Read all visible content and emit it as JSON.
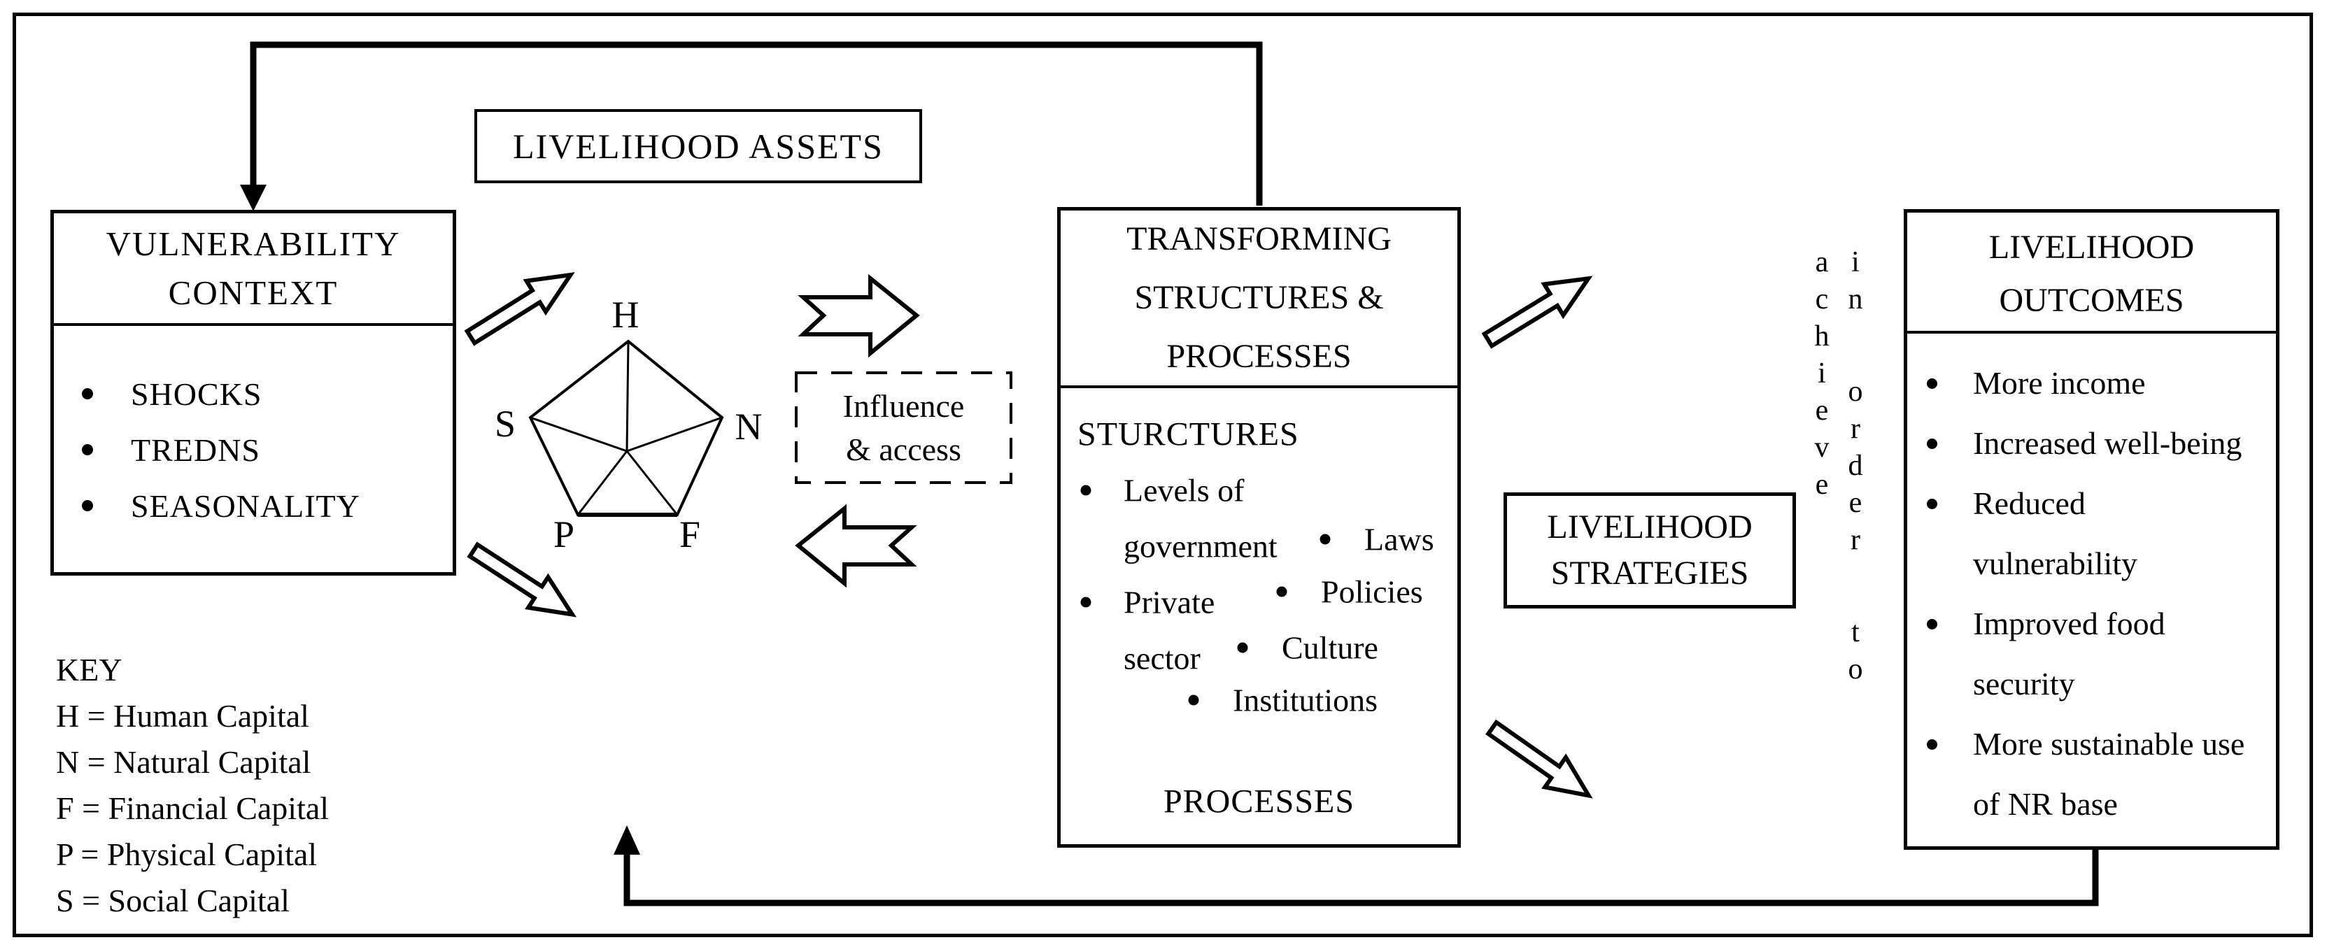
{
  "colors": {
    "ink": "#000000",
    "background": "#ffffff"
  },
  "vulnerability": {
    "title1": "VULNERABILITY",
    "title2": "CONTEXT",
    "items": [
      "SHOCKS",
      "TREDNS",
      "SEASONALITY"
    ]
  },
  "assets": {
    "title": "LIVELIHOOD ASSETS"
  },
  "pentagon": {
    "top": "H",
    "right": "N",
    "bottom_right": "F",
    "bottom_left": "P",
    "left": "S"
  },
  "influence": {
    "line1": "Influence",
    "line2": "& access"
  },
  "transforming": {
    "title1": "TRANSFORMING",
    "title2": "STRUCTURES &",
    "title3": "PROCESSES",
    "structures_heading": "STURCTURES",
    "s_item1a": "Levels of",
    "s_item1b": "government",
    "s_item2a": "Private",
    "s_item2b": "sector",
    "p_items": [
      "Laws",
      "Policies",
      "Culture",
      "Institutions"
    ],
    "processes_heading": "PROCESSES"
  },
  "strategies": {
    "line1": "LIVELIHOOD",
    "line2": "STRATEGIES"
  },
  "connector": {
    "text": "in order to achieve"
  },
  "outcomes": {
    "title1": "LIVELIHOOD",
    "title2": "OUTCOMES",
    "items": [
      "More income",
      "Increased well-being",
      "Reduced vulnerability",
      "Improved food security",
      "More sustainable use of NR base"
    ]
  },
  "key": {
    "heading": "KEY",
    "entries": [
      "H = Human Capital",
      "N = Natural Capital",
      "F = Financial Capital",
      "P = Physical Capital",
      "S = Social Capital"
    ]
  }
}
